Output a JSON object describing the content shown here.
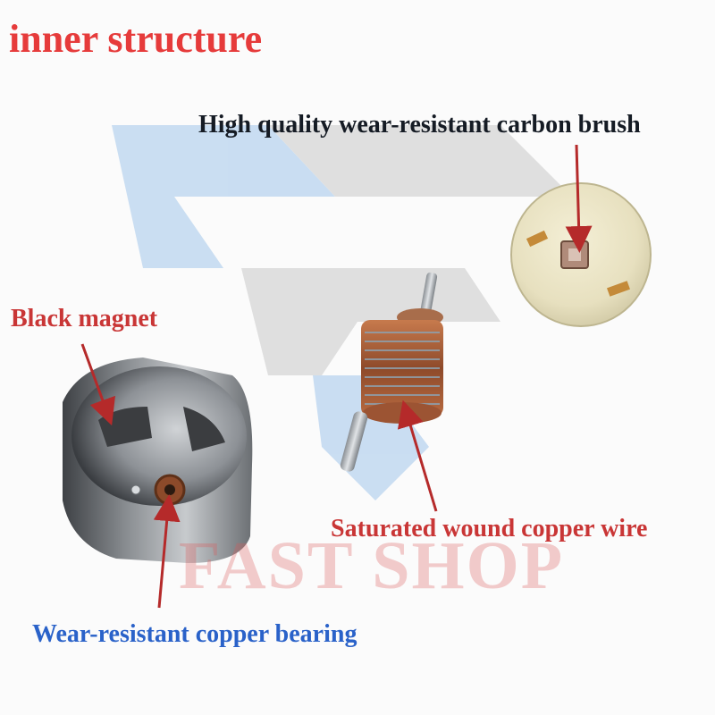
{
  "title": "inner structure",
  "labels": {
    "carbon_brush": "High quality wear-resistant carbon brush",
    "magnet": "Black magnet",
    "copper_wire": "Saturated wound copper wire",
    "bearing": "Wear-resistant copper bearing"
  },
  "watermark": "FAST SHOP",
  "colors": {
    "title": "#e63b3b",
    "label_red": "#c93636",
    "label_dark": "#151b24",
    "label_blue": "#2a62c9",
    "arrow": "#b52a2a",
    "logo_blue": "#b9d4ef",
    "logo_grey": "#d6d6d6"
  }
}
